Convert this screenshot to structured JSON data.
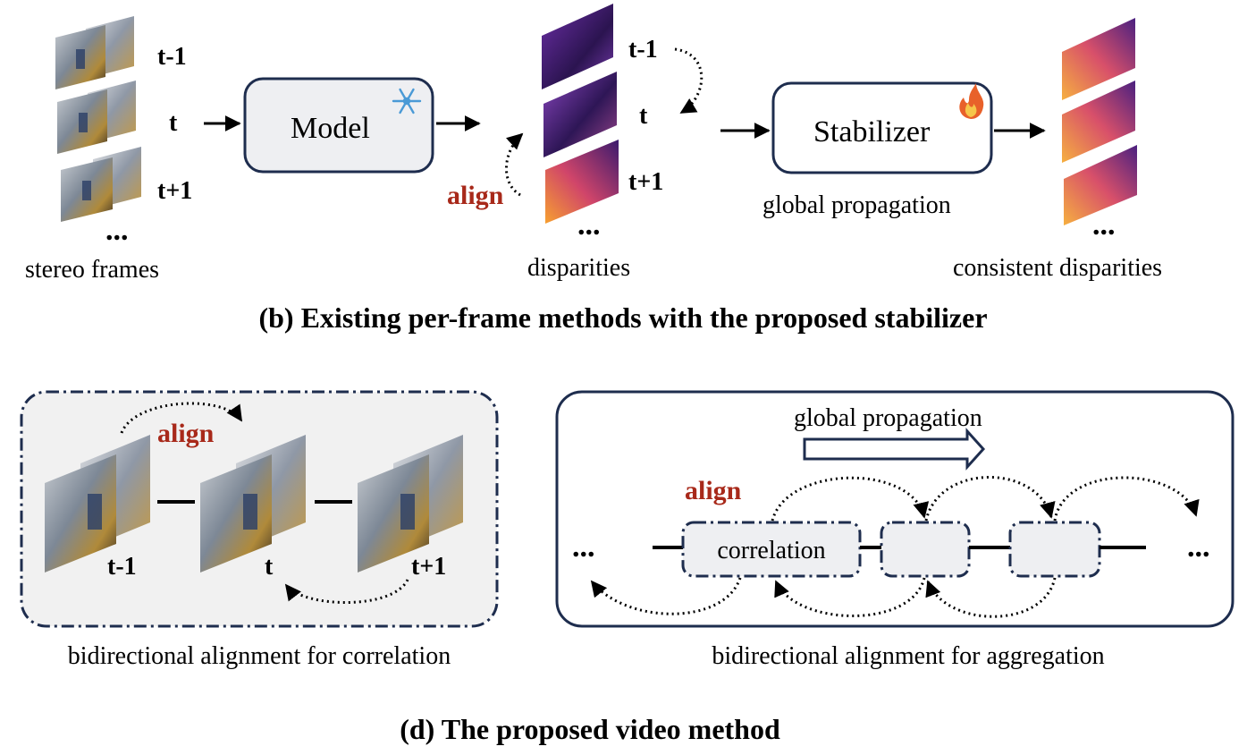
{
  "top": {
    "frame_labels": [
      "t-1",
      "t",
      "t+1"
    ],
    "ellipsis": "...",
    "stereo_caption": "stereo frames",
    "model_label": "Model",
    "disp_labels": [
      "t-1",
      "t",
      "t+1"
    ],
    "align_label": "align",
    "disp_caption": "disparities",
    "stabilizer_label": "Stabilizer",
    "global_prop_caption": "global propagation",
    "consistent_caption": "consistent disparities",
    "section_title": "(b) Existing per-frame methods with the proposed stabilizer"
  },
  "bottom_left": {
    "align_label": "align",
    "frame_labels": [
      "t-1",
      "t",
      "t+1"
    ],
    "caption": "bidirectional alignment for correlation"
  },
  "bottom_right": {
    "global_prop_label": "global propagation",
    "align_label": "align",
    "correlation_label": "correlation",
    "ellipsis_left": "...",
    "ellipsis_right": "...",
    "caption": "bidirectional alignment for aggregation"
  },
  "section_title_bottom": "(d) The proposed video method",
  "colors": {
    "align_red": "#a8291a",
    "box_border": "#1e2d4e",
    "box_fill": "#eeeff2",
    "dashed_fill": "#f1f1f1",
    "disparity_dark": "#3a1a6e",
    "disparity_warm": "#f39a2a"
  },
  "icons": {
    "model": "snowflake-icon",
    "stabilizer": "flame-icon"
  }
}
